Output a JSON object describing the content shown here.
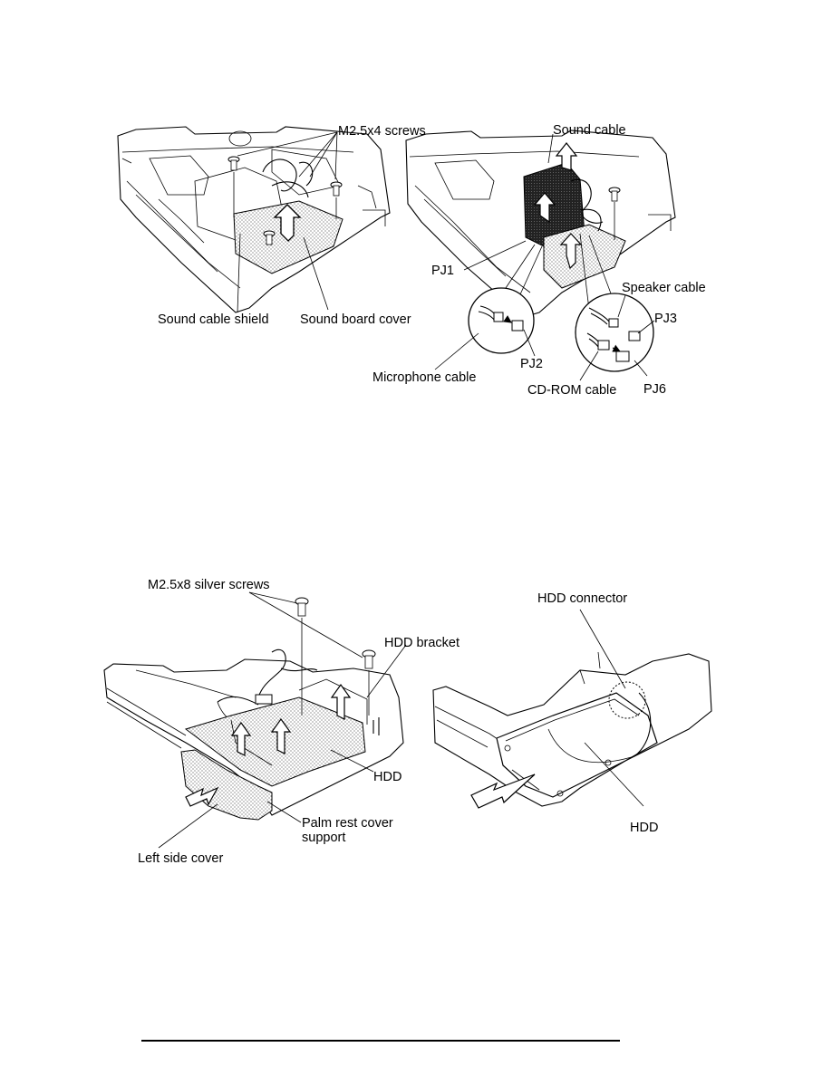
{
  "figure1": {
    "left": {
      "screws": "M2.5x4 screws",
      "shield": "Sound cable shield",
      "cover": "Sound board cover"
    },
    "right": {
      "sound_cable": "Sound cable",
      "pj1": "PJ1",
      "speaker_cable": "Speaker cable",
      "pj3": "PJ3",
      "pj2": "PJ2",
      "microphone_cable": "Microphone cable",
      "cdrom_cable": "CD-ROM cable",
      "pj6": "PJ6"
    }
  },
  "figure2": {
    "left": {
      "screws": "M2.5x8 silver screws",
      "bracket": "HDD bracket",
      "hdd": "HDD",
      "palm_rest_line1": "Palm rest cover",
      "palm_rest_line2": "support",
      "left_side_cover": "Left side cover"
    },
    "right": {
      "connector": "HDD connector",
      "hdd": "HDD"
    }
  }
}
